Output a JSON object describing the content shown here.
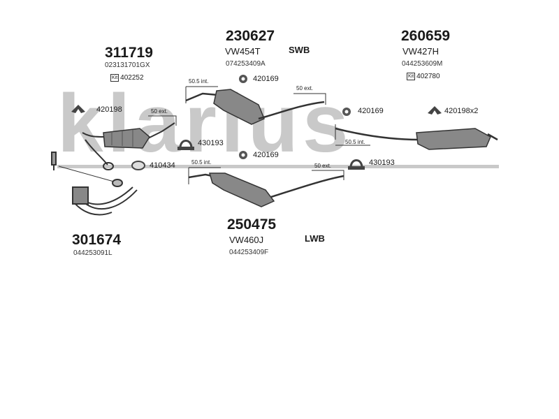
{
  "watermark": "klarius",
  "groups": {
    "g311719": {
      "part": "311719",
      "oe": "023131701GX",
      "kit": "402252",
      "kit_icon": "kit-icon"
    },
    "g230627": {
      "part": "230627",
      "code": "VW454T",
      "oe": "074253409A",
      "tag": "SWB"
    },
    "g260659": {
      "part": "260659",
      "code": "VW427H",
      "oe": "044253609M",
      "kit": "402780",
      "kit_icon": "kit-icon"
    },
    "g250475": {
      "part": "250475",
      "code": "VW460J",
      "oe": "044253409F",
      "tag": "LWB"
    },
    "g301674": {
      "part": "301674",
      "oe": "044253091L"
    }
  },
  "fittings": {
    "f420198": "420198",
    "f420169_a": "420169",
    "f420169_b": "420169",
    "f420169_c": "420169",
    "f420198x2": "420198x2",
    "f430193_a": "430193",
    "f430193_b": "430193",
    "f410434": "410434"
  },
  "dims": {
    "d1": "50.5 int.",
    "d2": "50 ext.",
    "d3": "50 ext.",
    "d4": "50.5 int.",
    "d5": "50.5 int.",
    "d6": "50 ext."
  }
}
